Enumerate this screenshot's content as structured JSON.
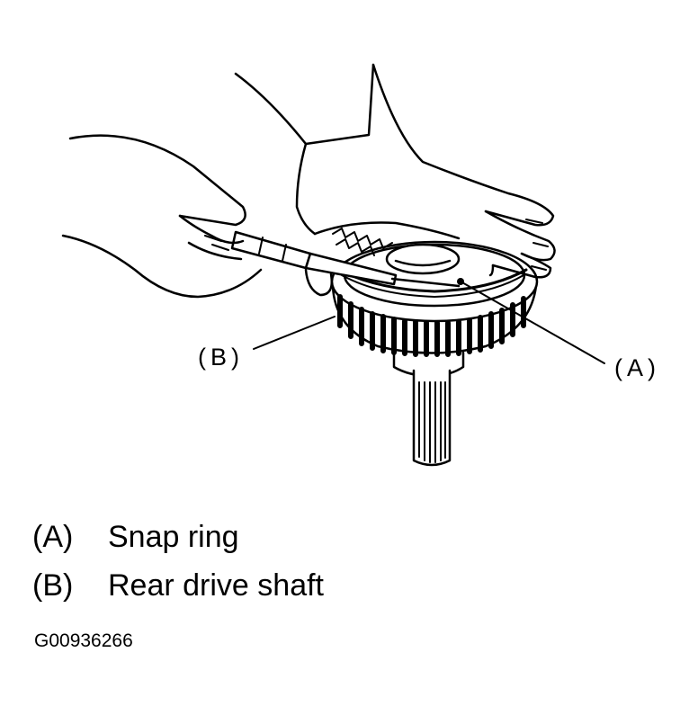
{
  "diagram": {
    "callouts": {
      "a": "(A)",
      "b": "(B)"
    }
  },
  "legend": {
    "items": [
      {
        "key": "(A)",
        "label": "Snap ring"
      },
      {
        "key": "(B)",
        "label": "Rear drive shaft"
      }
    ]
  },
  "figure_id": "G00936266"
}
